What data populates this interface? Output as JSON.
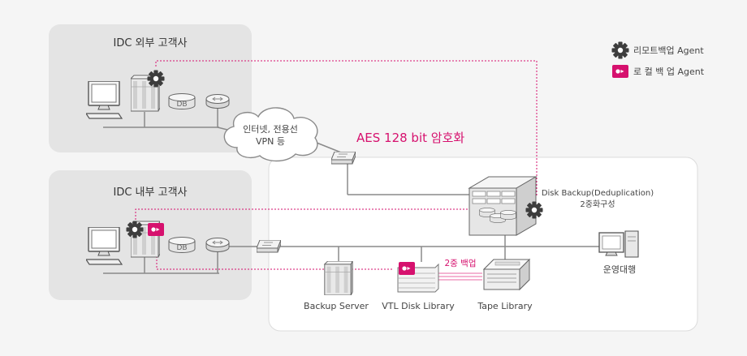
{
  "zones": {
    "external_customer": "IDC 외부 고객사",
    "internal_customer": "IDC 내부 고객사"
  },
  "cloud": {
    "line1": "인터넷, 전용선",
    "line2": "VPN 등"
  },
  "encryption_label": "AES 128 bit 암호화",
  "db_label": "DB",
  "disk_backup": {
    "line1": "Disk Backup(Deduplication)",
    "line2": "2중화구성"
  },
  "devices": {
    "backup_server": "Backup Server",
    "vtl_library": "VTL Disk Library",
    "tape_library": "Tape Library",
    "operations_pc": "운영대행"
  },
  "dual_backup_label": "2중 백업",
  "legend": {
    "remote_agent": "리모트백업 Agent",
    "local_agent": "로 컬 백 업 Agent"
  },
  "colors": {
    "accent": "#d6116e",
    "line": "#8a8a8a",
    "zone_bg": "#e4e4e4",
    "box_bg": "#ffffff"
  },
  "icons": {
    "remote_agent": "gear-icon",
    "local_agent": "local-agent-icon"
  }
}
